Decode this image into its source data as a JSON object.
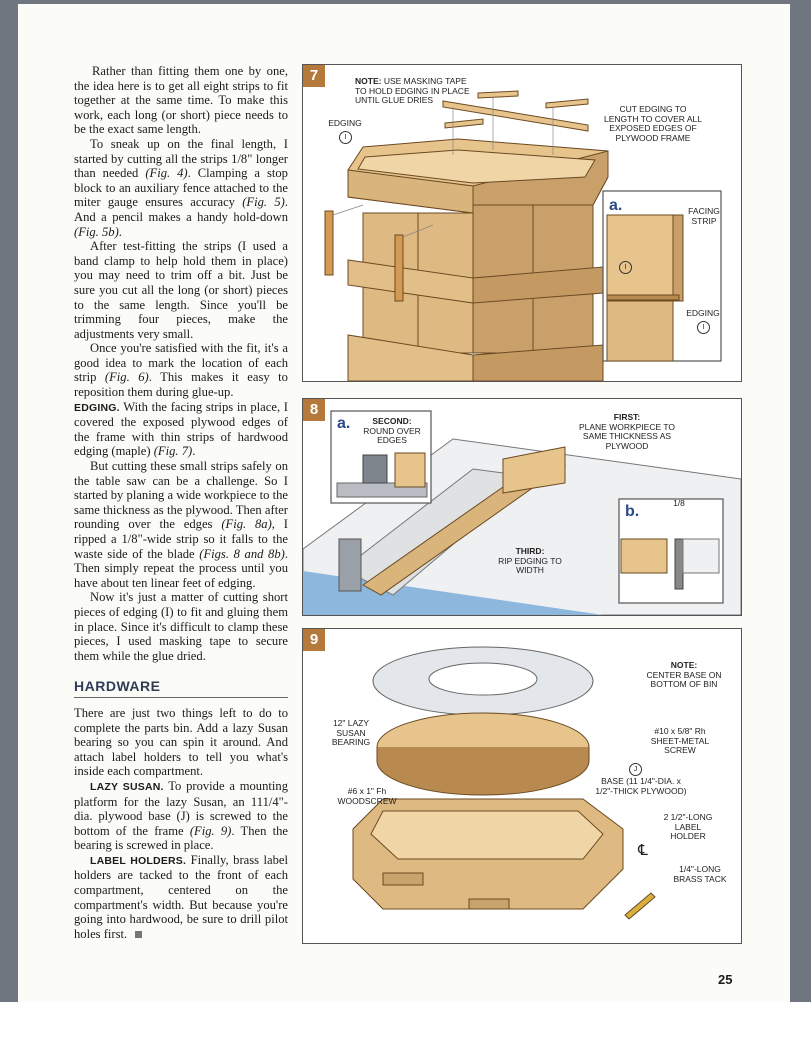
{
  "article": {
    "p1": "Rather than fitting them one by one, the idea here is to get all eight strips to fit together at the same time. To make this work, each long (or short) piece needs to be the exact same length.",
    "p2a": "To sneak up on the final length, I started by cutting all the strips ",
    "frac_eighth": "1/8\"",
    "p2b": " longer than needed ",
    "p2_ref1": "(Fig. 4)",
    "p2c": ". Clamping a stop block to an auxiliary fence attached to the miter gauge ensures accuracy ",
    "p2_ref2": "(Fig. 5)",
    "p2d": ". And a pencil makes a handy hold-down ",
    "p2_ref3": "(Fig. 5b)",
    "p2e": ".",
    "p3": "After test-fitting the strips (I used a band clamp to help hold them in place) you may need to trim off a bit. Just be sure you cut all the long (or short) pieces to the same length. Since you'll be trimming four pieces, make the adjustments very small.",
    "p4a": "Once you're satisfied with the fit, it's a good idea to mark the location of each strip ",
    "p4_ref": "(Fig. 6)",
    "p4b": ". This makes it easy to reposition them during glue-up.",
    "edging_head": "EDGING.",
    "p5a": " With the facing strips in place, I covered the exposed plywood edges of the frame with thin strips of hardwood edging (maple) ",
    "p5_ref": "(Fig. 7)",
    "p5b": ".",
    "p6a": "But cutting these small strips safely on the table saw can be a challenge. So I started by planing a wide workpiece to the same thickness as the plywood. Then after rounding over the edges ",
    "p6_ref1": "(Fig. 8a)",
    "p6b": ", I ripped a ",
    "p6_frac": "1/8\"",
    "p6c": "-wide strip so it falls to the waste side of the blade ",
    "p6_ref2": "(Figs. 8 and 8b)",
    "p6d": ". Then simply repeat the process until you have about ten linear feet of edging.",
    "p7": "Now it's just a matter of cutting short pieces of edging (I) to fit and gluing them in place. Since it's difficult to clamp these pieces, I used masking tape to secure them while the glue dried.",
    "hardware_head": "HARDWARE",
    "p8": "There are just two things left to do to complete the parts bin. Add a lazy Susan bearing so you can spin it around. And attach label holders to tell you what's inside each compartment.",
    "lazy_head": "LAZY SUSAN.",
    "p9a": " To provide a mounting platform for the lazy Susan, an 11",
    "p9_frac": "1/4\"",
    "p9b": "-dia. plywood base (J) is screwed to the bottom of the frame ",
    "p9_ref": "(Fig. 9)",
    "p9c": ". Then the bearing is screwed in place.",
    "label_head": "LABEL HOLDERS.",
    "p10": " Finally, brass label holders are tacked to the front of each compartment, centered on the compartment's width. But because you're going into hardwood, be sure to drill pilot holes first."
  },
  "fig7": {
    "number": "7",
    "note_head": "NOTE:",
    "note": "USE MASKING TAPE TO HOLD EDGING IN PLACE UNTIL GLUE DRIES",
    "edging_label": "EDGING",
    "edging_part": "I",
    "cut_edging": "CUT EDGING TO LENGTH TO COVER ALL EXPOSED EDGES OF PLYWOOD FRAME",
    "inset_letter": "a.",
    "facing_strip": "FACING STRIP",
    "inset_part": "I",
    "inset_edging": "EDGING",
    "inset_edging_part": "I"
  },
  "fig8": {
    "number": "8",
    "inset_a_letter": "a.",
    "second_head": "SECOND:",
    "second": "ROUND OVER EDGES",
    "first_head": "FIRST:",
    "first": "PLANE WORKPIECE TO SAME THICKNESS AS PLYWOOD",
    "third_head": "THIRD:",
    "third": "RIP EDGING TO WIDTH",
    "inset_b_letter": "b.",
    "inset_b_dim": "1/8"
  },
  "fig9": {
    "number": "9",
    "note_head": "NOTE:",
    "note": "CENTER BASE ON BOTTOM OF BIN",
    "lazy_susan": "12\" LAZY SUSAN BEARING",
    "rh_screw": "#10 x 5/8\" Rh SHEET-METAL SCREW",
    "base_part": "J",
    "base": "BASE (11 1/4\"-DIA. x 1/2\"-THICK PLYWOOD)",
    "woodscrew": "#6 x 1\" Fh WOODSCREW",
    "label_holder": "2 1/2\"-LONG LABEL HOLDER",
    "centerline": "℄",
    "brass_tack": "1/4\"-LONG BRASS TACK"
  },
  "page_number": "25",
  "colors": {
    "wood": "#e7c48c",
    "wood_dark": "#b98a4f",
    "badge": "#b5793c",
    "inset_letter": "#2a4a88",
    "heading": "#2e3c55"
  }
}
